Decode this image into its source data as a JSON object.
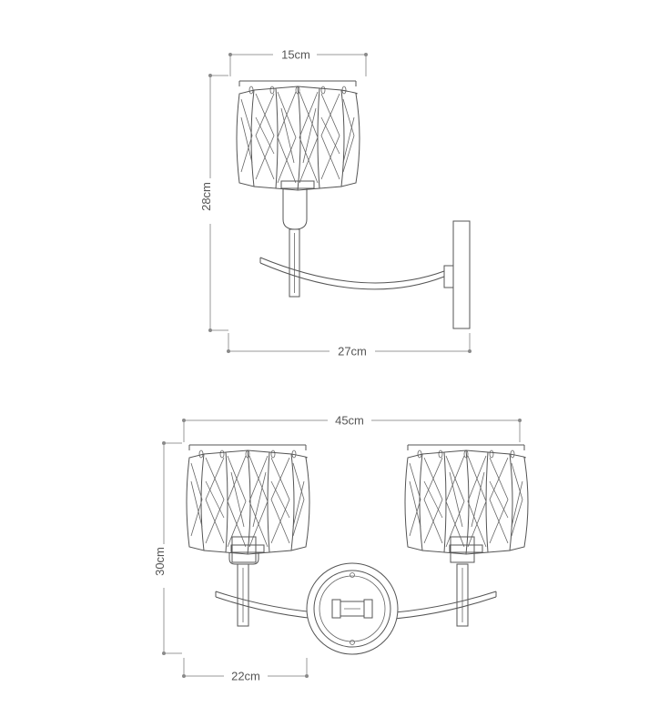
{
  "figure": {
    "single_sconce": {
      "width_label": "15cm",
      "height_label": "28cm",
      "depth_label": "27cm"
    },
    "double_sconce": {
      "width_label": "45cm",
      "height_label": "30cm",
      "spacing_label": "22cm"
    }
  },
  "colors": {
    "line": "#555555",
    "dimension": "#9a9a9a",
    "background": "#ffffff"
  }
}
